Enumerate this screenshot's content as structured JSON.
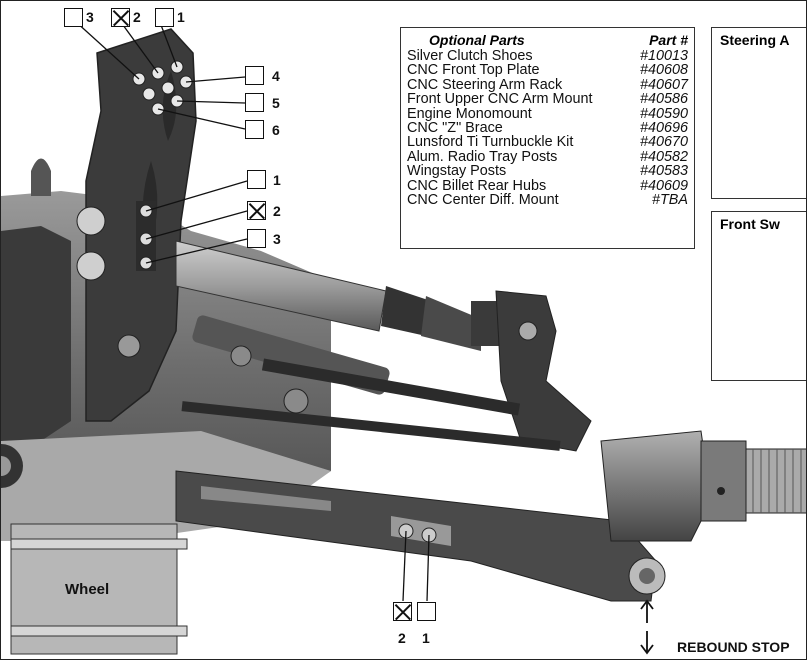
{
  "shock_tower_holes": {
    "top_row": [
      {
        "number": "3",
        "checked": false
      },
      {
        "number": "2",
        "checked": true
      },
      {
        "number": "1",
        "checked": false
      }
    ],
    "side_column": [
      {
        "number": "4",
        "checked": false
      },
      {
        "number": "5",
        "checked": false
      },
      {
        "number": "6",
        "checked": false
      }
    ]
  },
  "upper_link_holes": [
    {
      "number": "1",
      "checked": false
    },
    {
      "number": "2",
      "checked": true
    },
    {
      "number": "3",
      "checked": false
    }
  ],
  "lower_arm_holes": [
    {
      "number": "2",
      "checked": true
    },
    {
      "number": "1",
      "checked": false
    }
  ],
  "optional_parts": {
    "header_name": "Optional Parts",
    "header_part": "Part #",
    "items": [
      {
        "name": "Silver Clutch Shoes",
        "part": "#10013"
      },
      {
        "name": "CNC Front Top Plate",
        "part": "#40608"
      },
      {
        "name": "CNC Steering Arm Rack",
        "part": "#40607"
      },
      {
        "name": "Front Upper CNC Arm Mount",
        "part": "#40586"
      },
      {
        "name": "Engine Monomount",
        "part": "#40590"
      },
      {
        "name": "CNC \"Z\" Brace",
        "part": "#40696"
      },
      {
        "name": "Lunsford Ti Turnbuckle Kit",
        "part": "#40670"
      },
      {
        "name": "Alum. Radio Tray Posts",
        "part": "#40582"
      },
      {
        "name": "Wingstay Posts",
        "part": "#40583"
      },
      {
        "name": "CNC Billet Rear Hubs",
        "part": "#40609"
      },
      {
        "name": "CNC Center Diff. Mount",
        "part": "#TBA"
      }
    ]
  },
  "insets": {
    "steering": {
      "title": "Steering A"
    },
    "front_sway": {
      "title": "Front Sw"
    }
  },
  "labels": {
    "wheel": "Wheel",
    "rebound_stop": "REBOUND STOP"
  }
}
